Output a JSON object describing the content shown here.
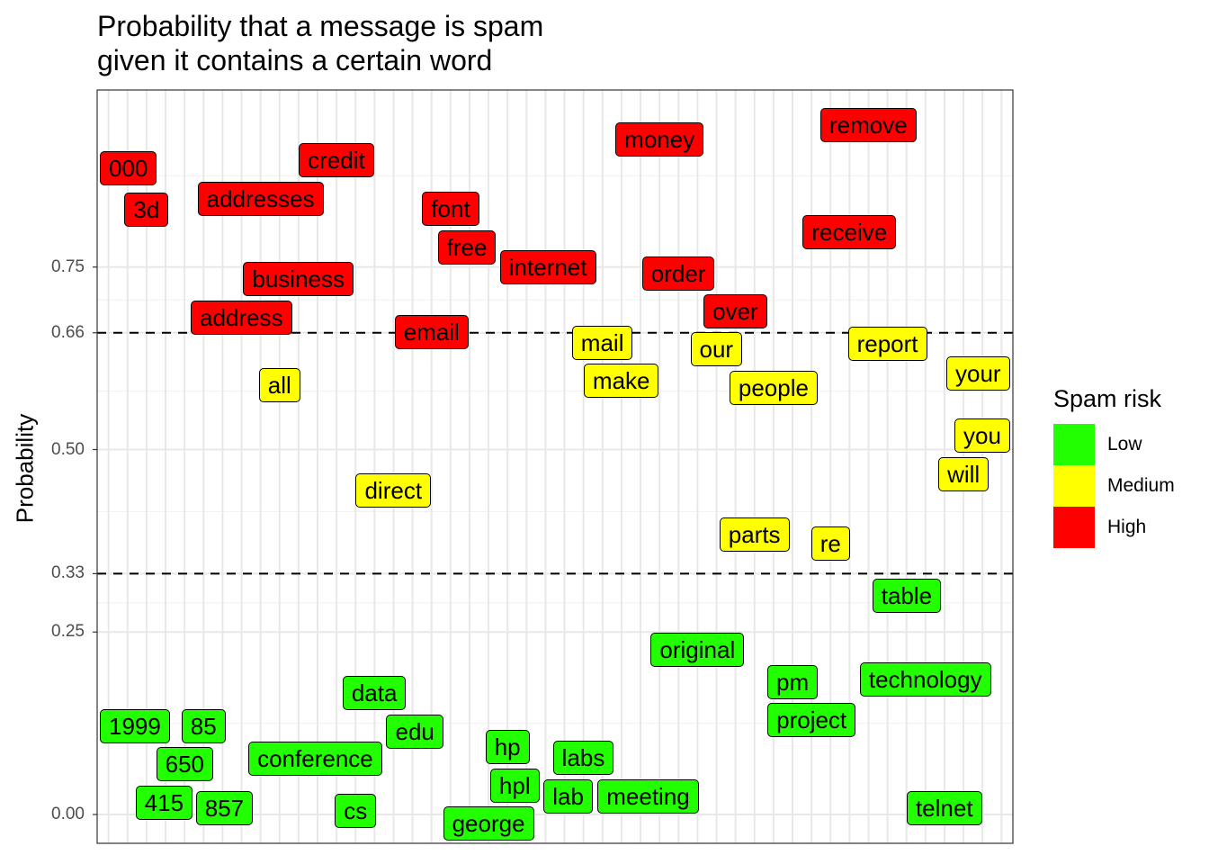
{
  "chart_data": {
    "type": "scatter",
    "title": [
      "Probability that a message is spam",
      "given it contains a certain word"
    ],
    "xlabel": "",
    "ylabel": "Probability",
    "ylim": [
      -0.04,
      0.99
    ],
    "yticks": [
      0.0,
      0.25,
      0.33,
      0.5,
      0.66,
      0.75
    ],
    "ytick_labels": [
      "0.00",
      "0.25",
      "0.33",
      "0.50",
      "0.66",
      "0.75"
    ],
    "hlines": [
      0.33,
      0.66
    ],
    "grid": true,
    "legend": {
      "title": "Spam risk",
      "placement": "right",
      "entries": [
        {
          "label": "Low",
          "color": "#22ff00"
        },
        {
          "label": "Medium",
          "color": "#ffff00"
        },
        {
          "label": "High",
          "color": "#ff0000"
        }
      ]
    },
    "points": [
      {
        "word": "000",
        "p": 0.885,
        "risk": "High"
      },
      {
        "word": "1999",
        "p": 0.121,
        "risk": "Low"
      },
      {
        "word": "3d",
        "p": 0.829,
        "risk": "High"
      },
      {
        "word": "415",
        "p": 0.046,
        "risk": "Low"
      },
      {
        "word": "650",
        "p": 0.065,
        "risk": "Low"
      },
      {
        "word": "85",
        "p": 0.094,
        "risk": "Low"
      },
      {
        "word": "857",
        "p": 0.009,
        "risk": "Low"
      },
      {
        "word": "address",
        "p": 0.694,
        "risk": "High"
      },
      {
        "word": "addresses",
        "p": 0.852,
        "risk": "High"
      },
      {
        "word": "all",
        "p": 0.588,
        "risk": "Medium"
      },
      {
        "word": "business",
        "p": 0.721,
        "risk": "High"
      },
      {
        "word": "conference",
        "p": 0.076,
        "risk": "Low"
      },
      {
        "word": "credit",
        "p": 0.887,
        "risk": "High"
      },
      {
        "word": "cs",
        "p": 0.005,
        "risk": "Low"
      },
      {
        "word": "data",
        "p": 0.15,
        "risk": "Low"
      },
      {
        "word": "direct",
        "p": 0.444,
        "risk": "Medium"
      },
      {
        "word": "edu",
        "p": 0.131,
        "risk": "Low"
      },
      {
        "word": "email",
        "p": 0.661,
        "risk": "High"
      },
      {
        "word": "font",
        "p": 0.81,
        "risk": "High"
      },
      {
        "word": "free",
        "p": 0.797,
        "risk": "High"
      },
      {
        "word": "george",
        "p": 0.009,
        "risk": "Low"
      },
      {
        "word": "hp",
        "p": 0.049,
        "risk": "Low"
      },
      {
        "word": "hpl",
        "p": 0.036,
        "risk": "Low"
      },
      {
        "word": "internet",
        "p": 0.75,
        "risk": "High"
      },
      {
        "word": "lab",
        "p": 0.031,
        "risk": "Low"
      },
      {
        "word": "labs",
        "p": 0.037,
        "risk": "Low"
      },
      {
        "word": "mail",
        "p": 0.633,
        "risk": "Medium"
      },
      {
        "word": "make",
        "p": 0.608,
        "risk": "Medium"
      },
      {
        "word": "meeting",
        "p": 0.058,
        "risk": "Low"
      },
      {
        "word": "money",
        "p": 0.925,
        "risk": "High"
      },
      {
        "word": "order",
        "p": 0.718,
        "risk": "High"
      },
      {
        "word": "original",
        "p": 0.226,
        "risk": "Low"
      },
      {
        "word": "our",
        "p": 0.647,
        "risk": "Medium"
      },
      {
        "word": "over",
        "p": 0.681,
        "risk": "High"
      },
      {
        "word": "parts",
        "p": 0.383,
        "risk": "Medium"
      },
      {
        "word": "people",
        "p": 0.608,
        "risk": "Medium"
      },
      {
        "word": "pm",
        "p": 0.169,
        "risk": "Low"
      },
      {
        "word": "project",
        "p": 0.142,
        "risk": "Low"
      },
      {
        "word": "re",
        "p": 0.371,
        "risk": "Medium"
      },
      {
        "word": "receive",
        "p": 0.798,
        "risk": "High"
      },
      {
        "word": "remove",
        "p": 0.944,
        "risk": "High"
      },
      {
        "word": "report",
        "p": 0.645,
        "risk": "Medium"
      },
      {
        "word": "table",
        "p": 0.3,
        "risk": "Low"
      },
      {
        "word": "technology",
        "p": 0.185,
        "risk": "Low"
      },
      {
        "word": "telnet",
        "p": 0.009,
        "risk": "Low"
      },
      {
        "word": "will",
        "p": 0.49,
        "risk": "Medium"
      },
      {
        "word": "you",
        "p": 0.496,
        "risk": "Medium"
      },
      {
        "word": "your",
        "p": 0.604,
        "risk": "Medium"
      }
    ]
  }
}
